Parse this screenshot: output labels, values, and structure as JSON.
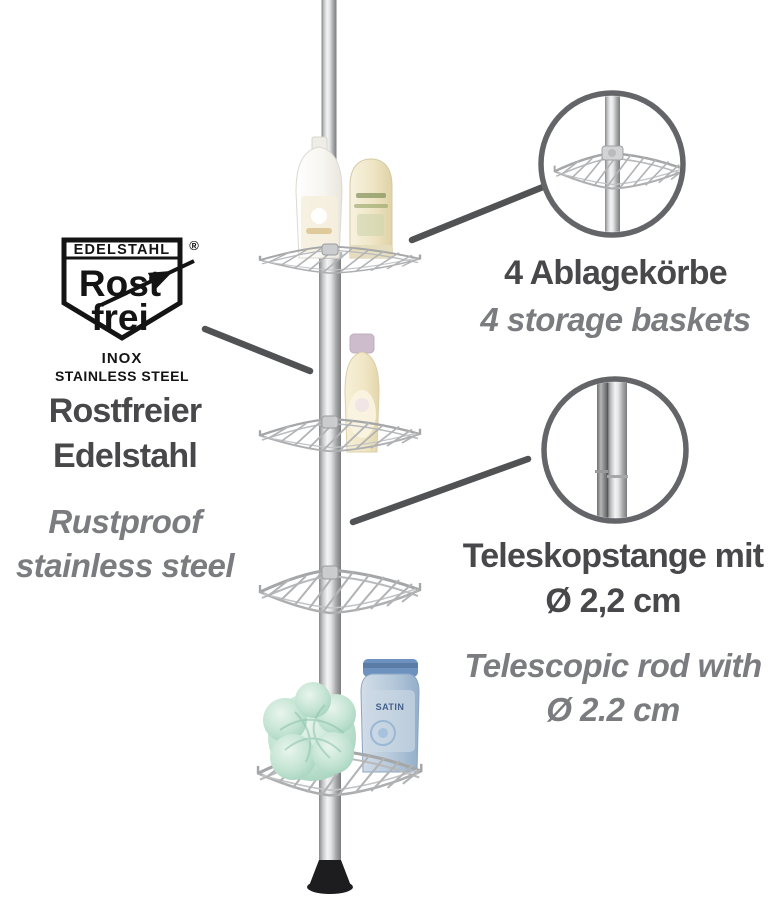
{
  "badge": {
    "top": "EDELSTAHL",
    "registered": "®",
    "word1": "Rost",
    "word2": "frei",
    "sub1": "INOX",
    "sub2": "STAINLESS STEEL"
  },
  "annotations": {
    "material_de": [
      "Rostfreier",
      "Edelstahl"
    ],
    "material_en": [
      "Rustproof",
      "stainless steel"
    ],
    "baskets_de": "4 Ablagekörbe",
    "baskets_en": "4 storage baskets",
    "rod_de": [
      "Teleskopstange mit",
      "Ø 2,2 cm"
    ],
    "rod_en": [
      "Telescopic rod with",
      "Ø 2.2 cm"
    ]
  },
  "products": {
    "blue_bottle_label": "SATIN"
  },
  "colors": {
    "background": "#ffffff",
    "heading_text": "#48484a",
    "subtext_italic": "#7b7c7f",
    "logo_black": "#141414",
    "callout_border": "#646568",
    "pointer_line": "#515254",
    "chrome_light": "#f4f4f5",
    "chrome_dark": "#87888a",
    "foot_black": "#1d1d1f",
    "loofah_green": "#b7ddca",
    "blue_bottle": "#a8c0d6"
  }
}
